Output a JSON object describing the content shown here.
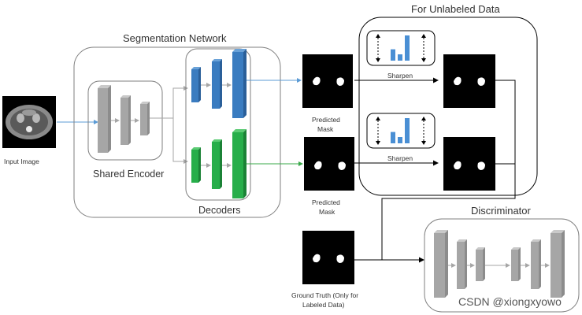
{
  "labels": {
    "segmentation_network": "Segmentation Network",
    "for_unlabeled_data": "For Unlabeled Data",
    "input_image": "Input Image",
    "shared_encoder": "Shared Encoder",
    "decoders": "Decoders",
    "predicted_mask_1_line1": "Predicted",
    "predicted_mask_1_line2": "Mask",
    "predicted_mask_2_line1": "Predicted",
    "predicted_mask_2_line2": "Mask",
    "sharpen_1": "Sharpen",
    "sharpen_2": "Sharpen",
    "discriminator": "Discriminator",
    "ground_truth_line1": "Ground Truth (Only for",
    "ground_truth_line2": "Labeled Data)",
    "watermark": "CSDN @xiongxyowo"
  },
  "colors": {
    "encoder_gray": "#a6a6a6",
    "decoder_blue": "#3a7cc0",
    "decoder_green": "#27ae4a",
    "histogram_blue": "#4a8fd4",
    "box_border": "#7f7f7f",
    "arrow_blue": "#5b9bd5",
    "arrow_green": "#3aa84a",
    "arrow_black": "#000000"
  },
  "sharpen_bars": [
    0.45,
    0.25,
    1.0
  ]
}
